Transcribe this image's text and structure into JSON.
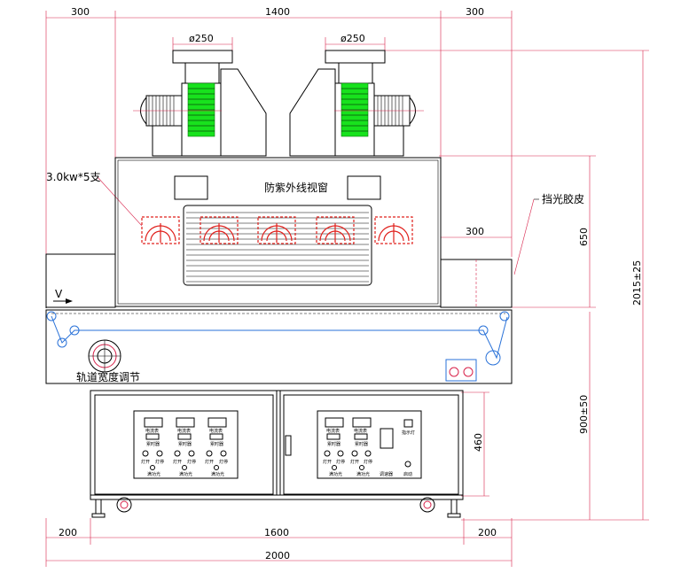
{
  "dimensions": {
    "top_left": "300",
    "top_center": "1400",
    "top_right": "300",
    "fan_left": "ø250",
    "fan_right": "ø250",
    "side_300": "300",
    "height_650": "650",
    "height_total": "2015±25",
    "height_lower": "900±50",
    "height_460": "460",
    "bottom_left": "200",
    "bottom_center": "1600",
    "bottom_right": "200",
    "bottom_total": "2000"
  },
  "labels": {
    "lamp_spec": "3.0kw*5支",
    "uv_window": "防紫外线视窗",
    "light_shield": "挡光胶皮",
    "direction": "V",
    "track_adjust": "轨道宽度调节"
  },
  "panel_left": {
    "meters": [
      "电流表",
      "电流表",
      "电流表"
    ],
    "timers": [
      "累时器",
      "累时器",
      "累时器"
    ],
    "switch_labels": [
      "灯开",
      "灯停",
      "灯开",
      "灯停",
      "灯开",
      "灯停"
    ],
    "bottom_labels": [
      "满功光",
      "满功光",
      "满功光"
    ]
  },
  "panel_right": {
    "meters": [
      "电流表",
      "电流表"
    ],
    "timers": [
      "累时器",
      "累时器"
    ],
    "indicator": "指示灯",
    "switch_labels": [
      "灯开",
      "灯停",
      "灯开",
      "灯停"
    ],
    "bottom_labels": [
      "满功光",
      "满功光"
    ],
    "speed": "调速器",
    "start": "启动"
  },
  "colors": {
    "line": "#000000",
    "dimension": "#d8224a",
    "fan_green": "#18e21d",
    "lamp_red": "#e0201c",
    "roller_blue": "#2a72d8"
  }
}
